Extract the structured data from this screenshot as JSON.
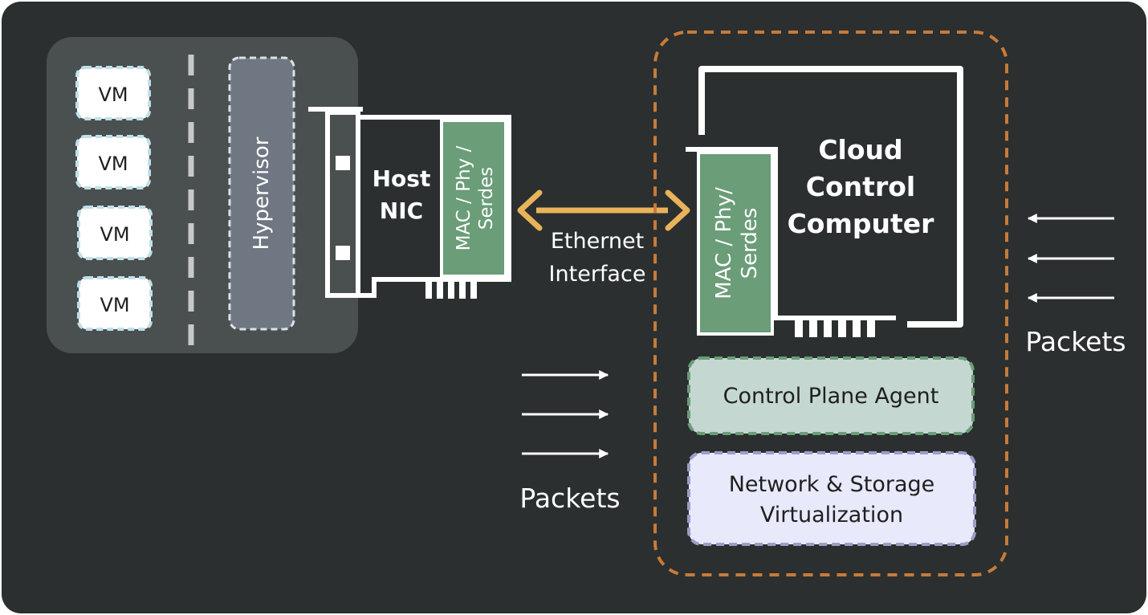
{
  "host": {
    "vm_labels": [
      "VM",
      "VM",
      "VM",
      "VM"
    ],
    "hypervisor_label": "Hypervisor",
    "nic_label_line1": "Host",
    "nic_label_line2": "NIC",
    "mac_label_line1": "MAC / Phy /",
    "mac_label_line2": "Serdes"
  },
  "link": {
    "label_line1": "Ethernet",
    "label_line2": "Interface"
  },
  "cloud": {
    "title_line1": "Cloud",
    "title_line2": "Control",
    "title_line3": "Computer",
    "mac_label_line1": "MAC / Phy/",
    "mac_label_line2": "Serdes",
    "control_plane_label": "Control Plane Agent",
    "virtualization_label_line1": "Network & Storage",
    "virtualization_label_line2": "Virtualization"
  },
  "packets": {
    "middle_label": "Packets",
    "right_label": "Packets"
  },
  "colors": {
    "background": "#2b2f2f",
    "host_panel": "#4a4f4f",
    "hypervisor_fill": "#6f7782",
    "mac_green": "#6a9d78",
    "arrow_gold": "#e8b35a",
    "cloud_border": "#c77b3a",
    "control_plane_fill": "#c5d7d1",
    "virtualization_fill": "#e8e9fb",
    "vm_border": "#bfe0ea"
  }
}
